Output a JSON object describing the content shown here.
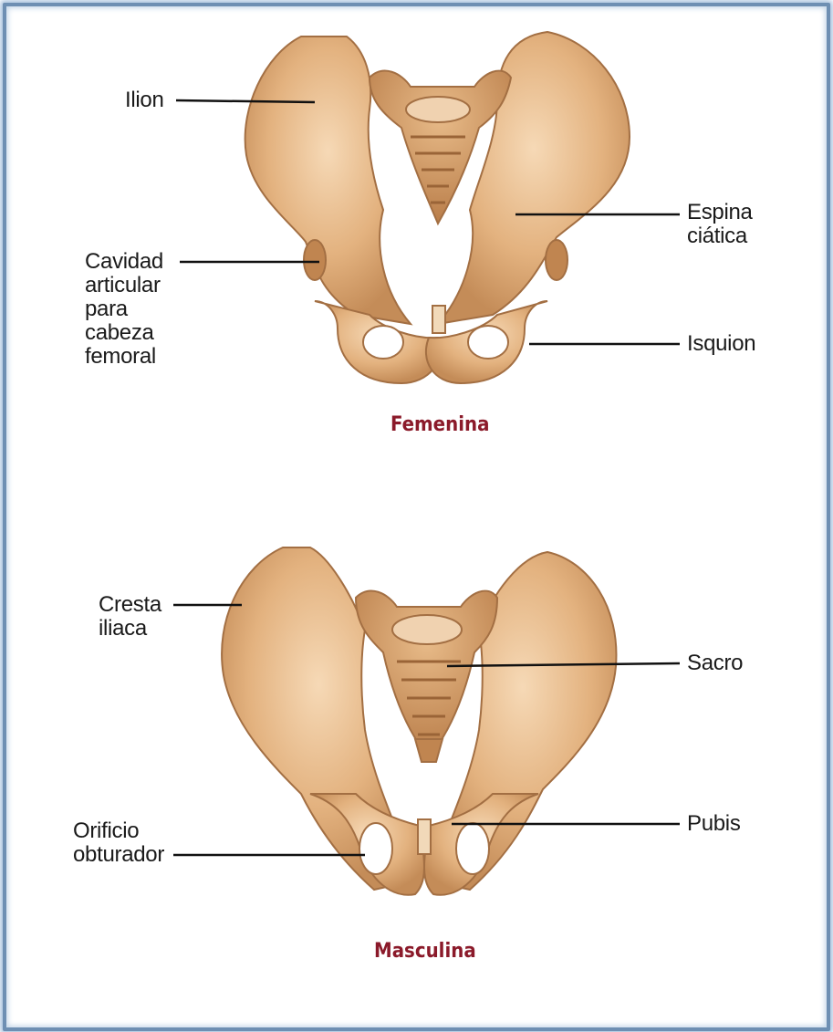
{
  "female": {
    "title": "Femenina",
    "labels": {
      "ilion": "Ilion",
      "cavidad": [
        "Cavidad",
        "articular",
        "para",
        "cabeza",
        "femoral"
      ],
      "espina": [
        "Espina",
        "ciática"
      ],
      "isquion": "Isquion"
    }
  },
  "male": {
    "title": "Masculina",
    "labels": {
      "cresta": [
        "Cresta",
        "iliaca"
      ],
      "sacro": "Sacro",
      "orificio": [
        "Orificio",
        "obturador"
      ],
      "pubis": "Pubis"
    }
  },
  "colors": {
    "bone": "#e2b27e",
    "bone_shadow": "#b9814e",
    "bone_light": "#f3d3ad",
    "title": "#8b1a2a",
    "frame": "#6e8fb3"
  }
}
